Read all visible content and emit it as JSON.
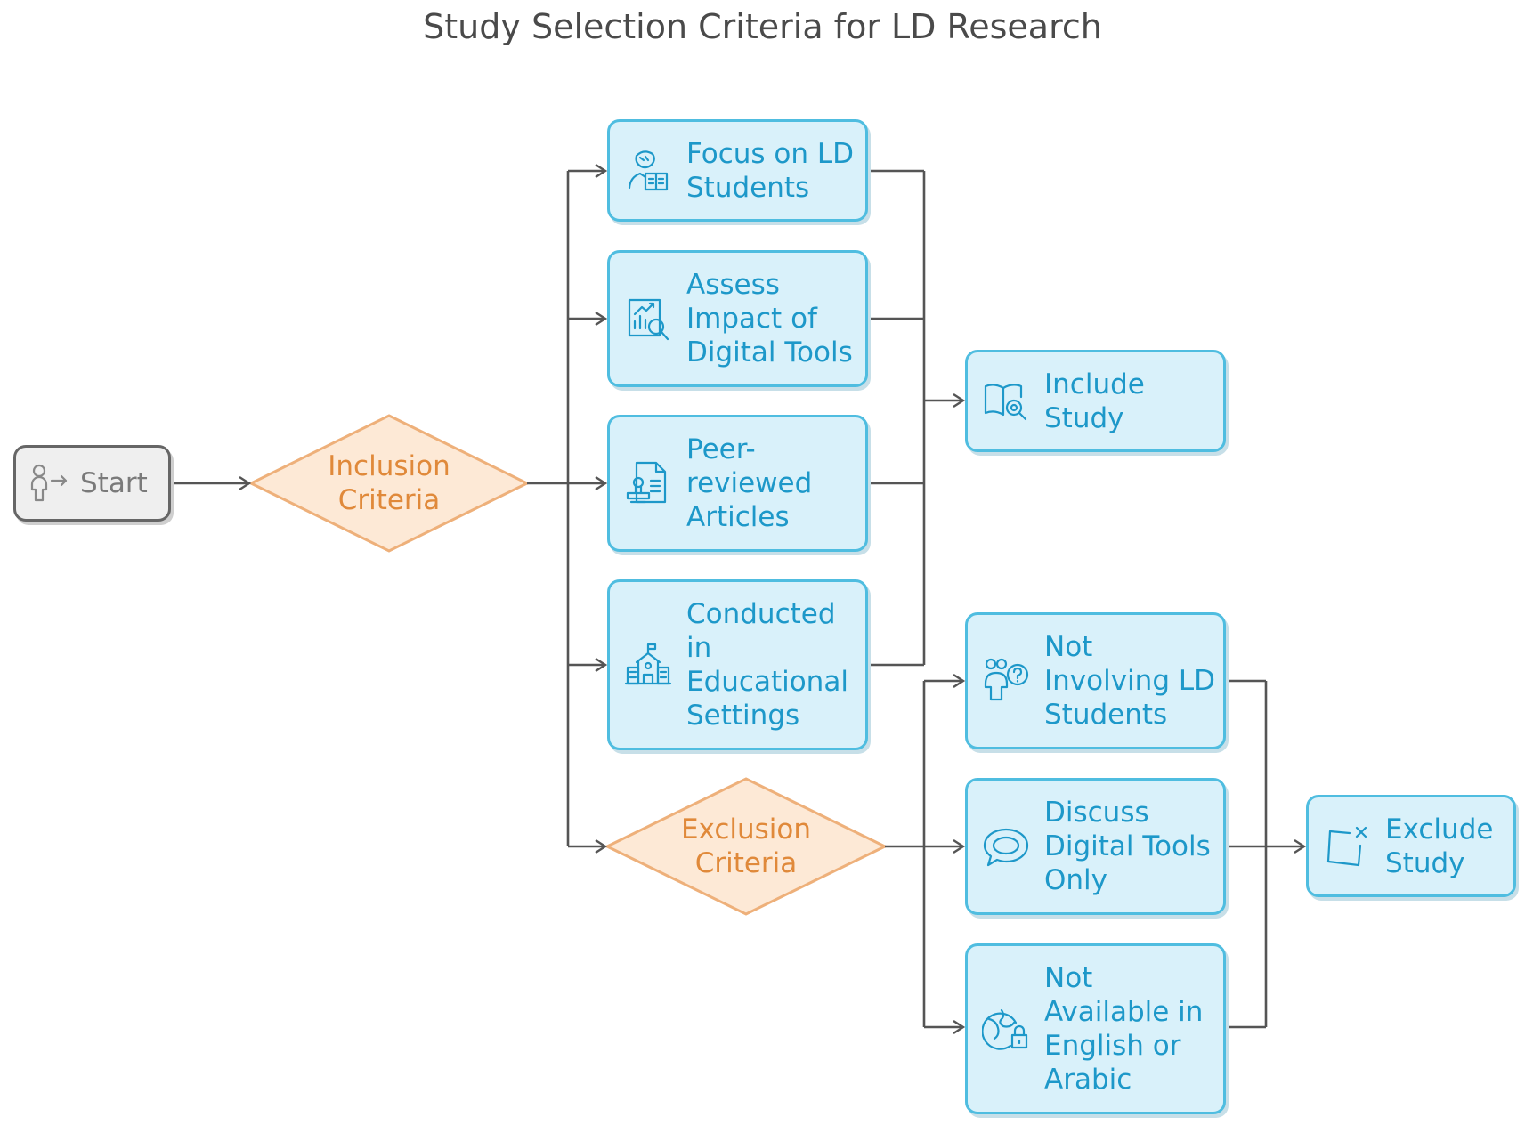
{
  "title": "Study Selection Criteria for LD Research",
  "nodes": {
    "start": "Start",
    "inclusion": "Inclusion\nCriteria",
    "focus": "Focus on LD\nStudents",
    "assess": "Assess\nImpact of\nDigital Tools",
    "peer": "Peer-\nreviewed\nArticles",
    "conducted": "Conducted\nin\nEducational\nSettings",
    "exclusion": "Exclusion\nCriteria",
    "include": "Include\nStudy",
    "not_involving": "Not\nInvolving LD\nStudents",
    "discuss": "Discuss\nDigital Tools\nOnly",
    "not_available": "Not\nAvailable in\nEnglish or\nArabic",
    "exclude": "Exclude\nStudy"
  },
  "icons": {
    "start": "person-arrow-icon",
    "focus": "student-reading-icon",
    "assess": "chart-magnifier-icon",
    "peer": "document-stamp-icon",
    "conducted": "school-building-icon",
    "include": "book-search-icon",
    "not_involving": "people-question-icon",
    "discuss": "speech-bubble-icon",
    "not_available": "globe-lock-icon",
    "exclude": "box-x-icon"
  },
  "colors": {
    "blue_fill": "#d9f1fa",
    "blue_stroke": "#4fbde0",
    "blue_text": "#1d98c9",
    "orange_fill": "#fde9d6",
    "orange_stroke": "#eeb07a",
    "orange_text": "#e0893a",
    "grey_fill": "#efefef",
    "grey_stroke": "#666666",
    "connector": "#555555"
  }
}
